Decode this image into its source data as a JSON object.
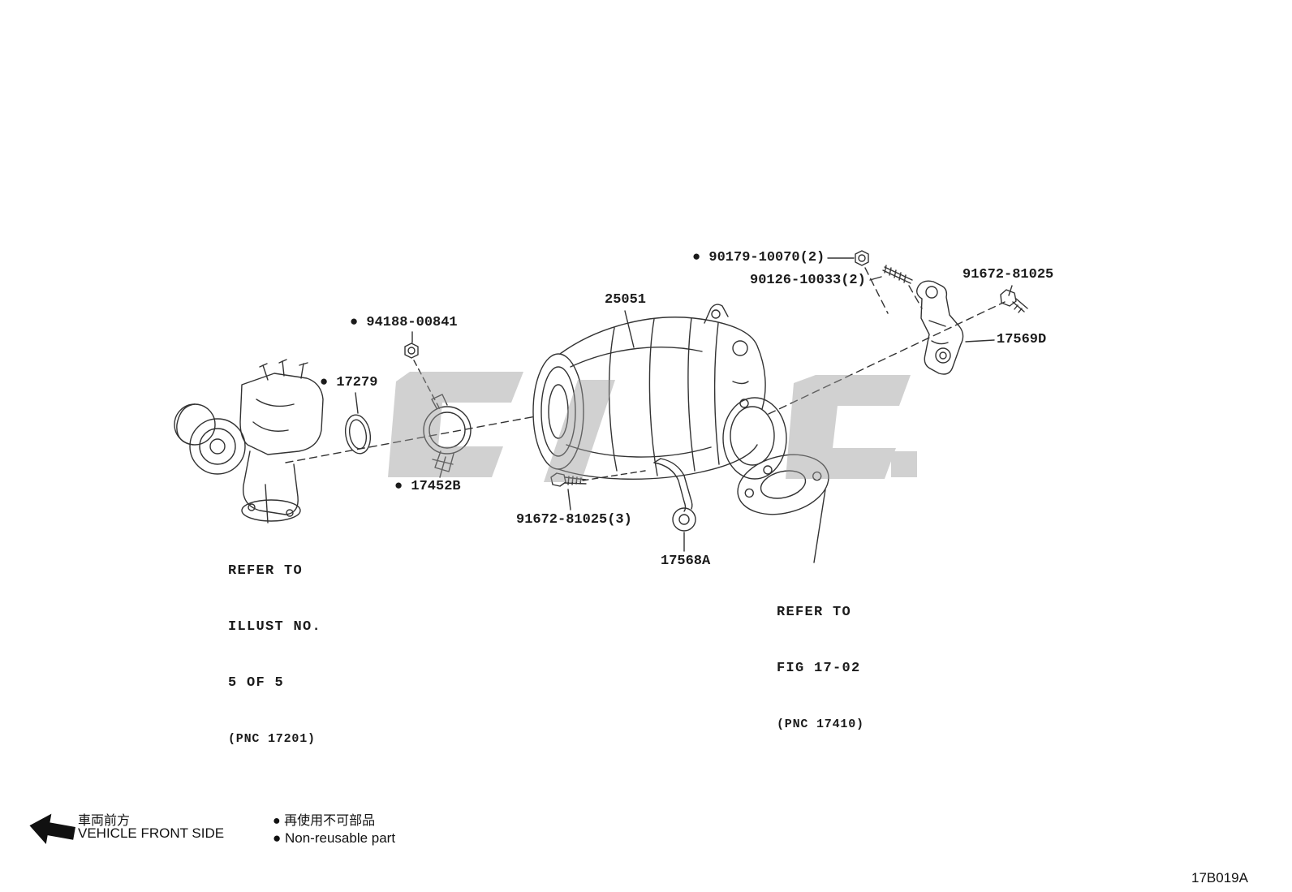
{
  "drawing_code": "17B019A",
  "parts": {
    "p90179_10070": {
      "text": "● 90179-10070(2)",
      "non_reusable": true
    },
    "p90126_10033": {
      "text": "90126-10033(2)",
      "non_reusable": false
    },
    "p91672_81025_top": {
      "text": "91672-81025",
      "non_reusable": false
    },
    "p25051": {
      "text": "25051",
      "non_reusable": false
    },
    "p17569D": {
      "text": "17569D",
      "non_reusable": false
    },
    "p94188_00841": {
      "text": "● 94188-00841",
      "non_reusable": true
    },
    "p17279": {
      "text": "● 17279",
      "non_reusable": true
    },
    "p17452B": {
      "text": "● 17452B",
      "non_reusable": true
    },
    "p91672_81025_3": {
      "text": "91672-81025(3)",
      "non_reusable": false
    },
    "p17568A": {
      "text": "17568A",
      "non_reusable": false
    }
  },
  "notes": {
    "refer_illust": {
      "lines": [
        "REFER TO",
        "ILLUST NO.",
        "5 OF 5",
        "(PNC 17201)"
      ]
    },
    "refer_fig": {
      "lines": [
        "REFER TO",
        "FIG 17-02",
        "(PNC 17410)"
      ]
    }
  },
  "legend": {
    "vehicle_front_jp": "車両前方",
    "vehicle_front_en": "VEHICLE FRONT SIDE",
    "non_reusable_jp": "● 再使用不可部品",
    "non_reusable_en": "● Non-reusable part"
  },
  "colors": {
    "line": "#333333",
    "text": "#1b1b1b",
    "watermark": "#9a9a9a",
    "background": "#ffffff"
  }
}
